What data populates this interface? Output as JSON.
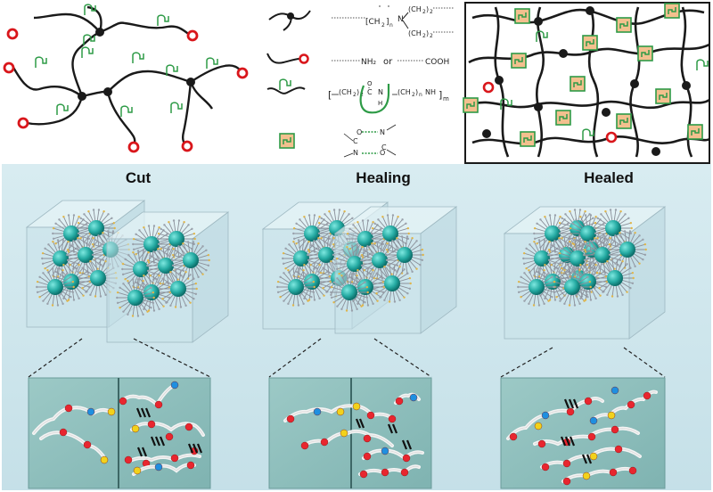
{
  "legend": {
    "or_text": "or",
    "amine_group": "NH₂",
    "acid_group": "COOH",
    "subscript_n": "n",
    "subscript_m": "m",
    "subscript_2": "2",
    "ch2": "CH",
    "amide_c": "C",
    "amide_n": "N",
    "amide_h": "H",
    "amide_o": "O",
    "nh": "NH"
  },
  "stages": [
    {
      "label": "Cut"
    },
    {
      "label": "Healing"
    },
    {
      "label": "Healed"
    }
  ],
  "colors": {
    "chain": "#1a1a1a",
    "crosslink": "#1a1a1a",
    "end_group": "#d9161b",
    "hbond_green": "#2e9b47",
    "square_fill": "#f3c08e",
    "panel_bg": "#cfe6ec",
    "inset_bg": "#8fbfbf",
    "sphere": "#2bb8b0",
    "bead_red": "#e8262f",
    "bead_blue": "#1f8fe0",
    "bead_yellow": "#f2d21b"
  }
}
